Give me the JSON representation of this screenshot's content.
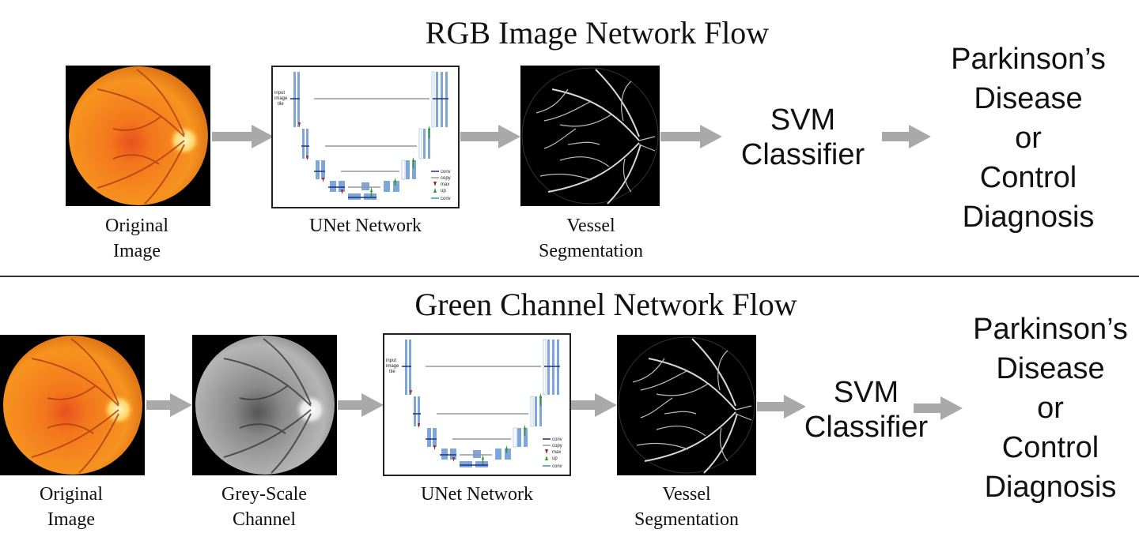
{
  "flows": [
    {
      "title": "RGB Image Network Flow",
      "captions": {
        "original": [
          "Original",
          "Image"
        ],
        "unet": "UNet Network",
        "vessel": [
          "Vessel",
          "Segmentation"
        ]
      },
      "svm": [
        "SVM",
        "Classifier"
      ],
      "outcome": [
        "Parkinson’s",
        "Disease",
        "or",
        "Control",
        "Diagnosis"
      ]
    },
    {
      "title": "Green Channel Network Flow",
      "captions": {
        "original": [
          "Original",
          "Image"
        ],
        "grey": [
          "Grey-Scale",
          "Channel"
        ],
        "unet": "UNet Network",
        "vessel": [
          "Vessel",
          "Segmentation"
        ]
      },
      "svm": [
        "SVM",
        "Classifier"
      ],
      "outcome": [
        "Parkinson’s",
        "Disease",
        "or",
        "Control",
        "Diagnosis"
      ]
    }
  ],
  "unet_labels": {
    "input": [
      "input",
      "image",
      "tile"
    ],
    "legend": [
      "conv",
      "copy",
      "max",
      "up",
      "conv"
    ]
  },
  "colors": {
    "arrow": "#a9a9a9",
    "fundus_orange": "#f08a1c",
    "unet_block": "#7ea6d8",
    "divider": "#333333"
  }
}
